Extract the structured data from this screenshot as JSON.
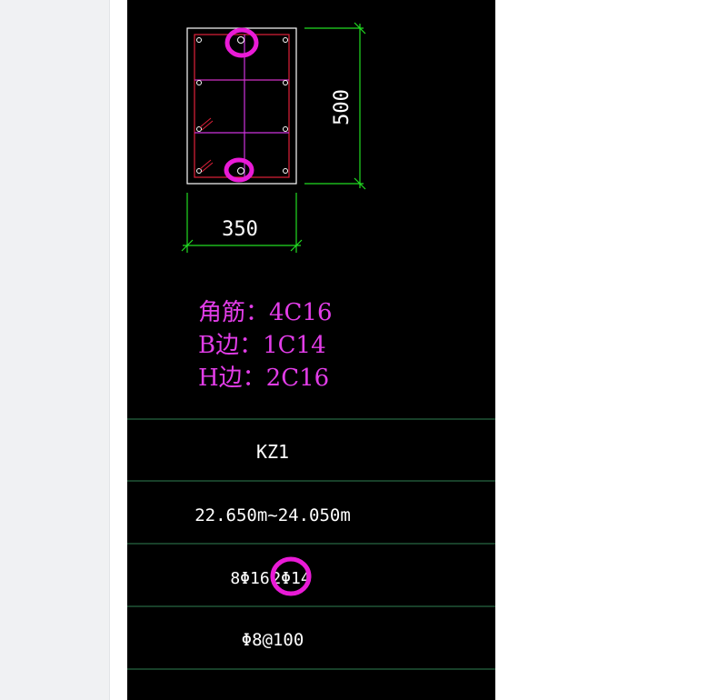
{
  "section_drawing": {
    "dim_height": "500",
    "dim_width": "350"
  },
  "annotation": {
    "corner_bars": "角筋：4C16",
    "b_side_bars": "B边：1C14",
    "h_side_bars": "H边：2C16"
  },
  "schedule": {
    "column_id": "KZ1",
    "elevation_range": "22.650m~24.050m",
    "longitudinal_bars_a": "8Φ16",
    "longitudinal_bars_b": "2Φ14",
    "stirrups": "Φ8@100"
  },
  "colors": {
    "canvas_bg": "#000000",
    "line_white": "#ffffff",
    "line_red": "#e0203a",
    "line_magenta": "#cc33dd",
    "dim_green": "#22dd22",
    "table_line": "#2f7f52",
    "highlight": "#e91bd6"
  }
}
